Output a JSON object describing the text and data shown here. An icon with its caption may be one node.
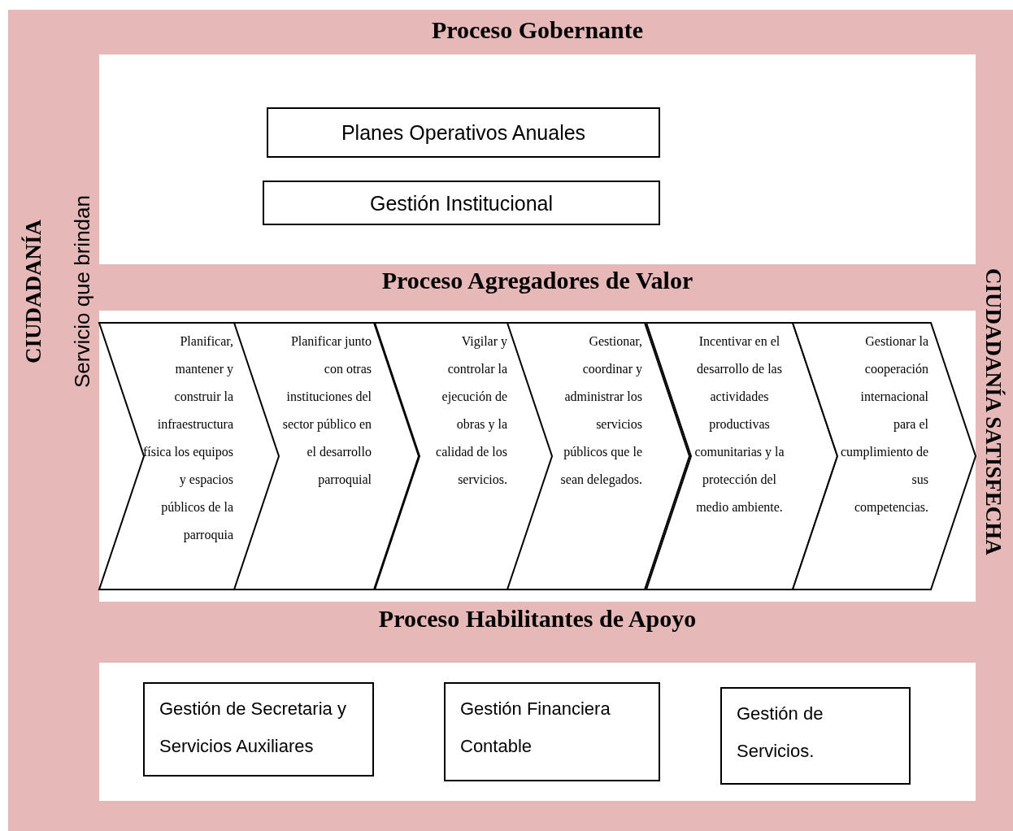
{
  "diagram": {
    "nodes": [
      {
        "text": [
          "Proceso Gobernante"
        ]
      },
      {
        "text": [
          "Planes Operativos Anuales"
        ],
        "in": 0
      },
      {
        "text": [
          "Gestión Institucional"
        ],
        "in": 0
      },
      {
        "text": [
          "Proceso Agregadores de Valor"
        ]
      },
      {
        "text": [
          "Planificar, mantener y construir la infraestructura física los equipos y espacios públicos de la parroquia"
        ],
        "in": 3
      },
      {
        "text": [
          "Planificar junto con otras instituciones del sector público en el desarrollo parroquial"
        ],
        "in": 3
      },
      {
        "text": [
          "Vigilar y controlar la ejecución de obras y la calidad de los servicios."
        ],
        "in": 3
      },
      {
        "text": [
          "Gestionar, coordinar y administrar los servicios públicos que le sean delegados."
        ],
        "in": 3
      },
      {
        "text": [
          "Incentivar en el desarrollo de las actividades productivas comunitarias y la protección del medio ambiente."
        ],
        "in": 3
      },
      {
        "text": [
          "Gestionar la cooperación internacional para el cumplimiento de sus competencias."
        ],
        "in": 3
      },
      {
        "text": [
          "Proceso Habilitantes de Apoyo"
        ]
      },
      {
        "text": [
          "Gestión de Secretaria y Servicios Auxiliares"
        ],
        "in": 10
      },
      {
        "text": [
          "Gestión Financiera Contable"
        ],
        "in": 10
      },
      {
        "text": [
          "Gestión de Servicios."
        ],
        "in": 10
      }
    ],
    "labels": [
      "CIUDADANÍA",
      "Servicio que brindan",
      "CIUDADANÍA SATISFECHA"
    ]
  }
}
